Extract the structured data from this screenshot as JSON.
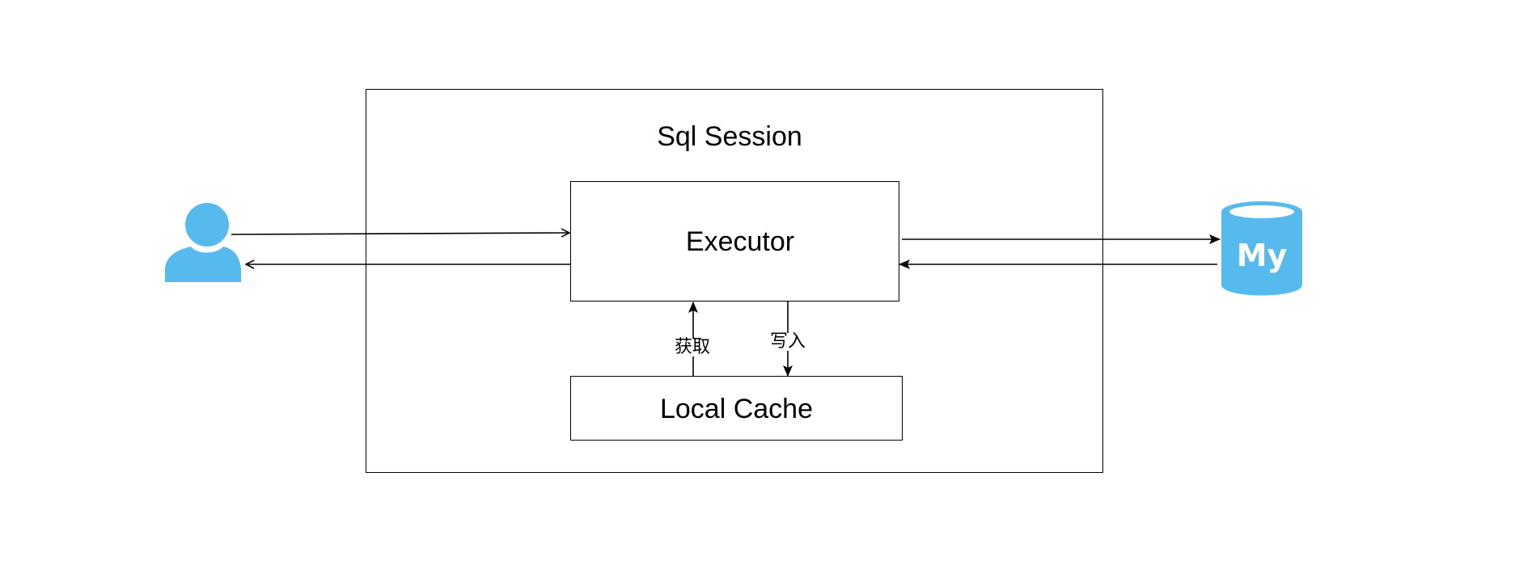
{
  "session": {
    "title": "Sql Session"
  },
  "executor": {
    "label": "Executor"
  },
  "local_cache": {
    "label": "Local Cache"
  },
  "edges": {
    "fetch_label": "获取",
    "write_label": "写入"
  },
  "icons": {
    "user": "user-icon",
    "database": "mysql-database-icon",
    "database_text": "My"
  },
  "colors": {
    "accent": "#56BBEC",
    "stroke": "#000000"
  }
}
